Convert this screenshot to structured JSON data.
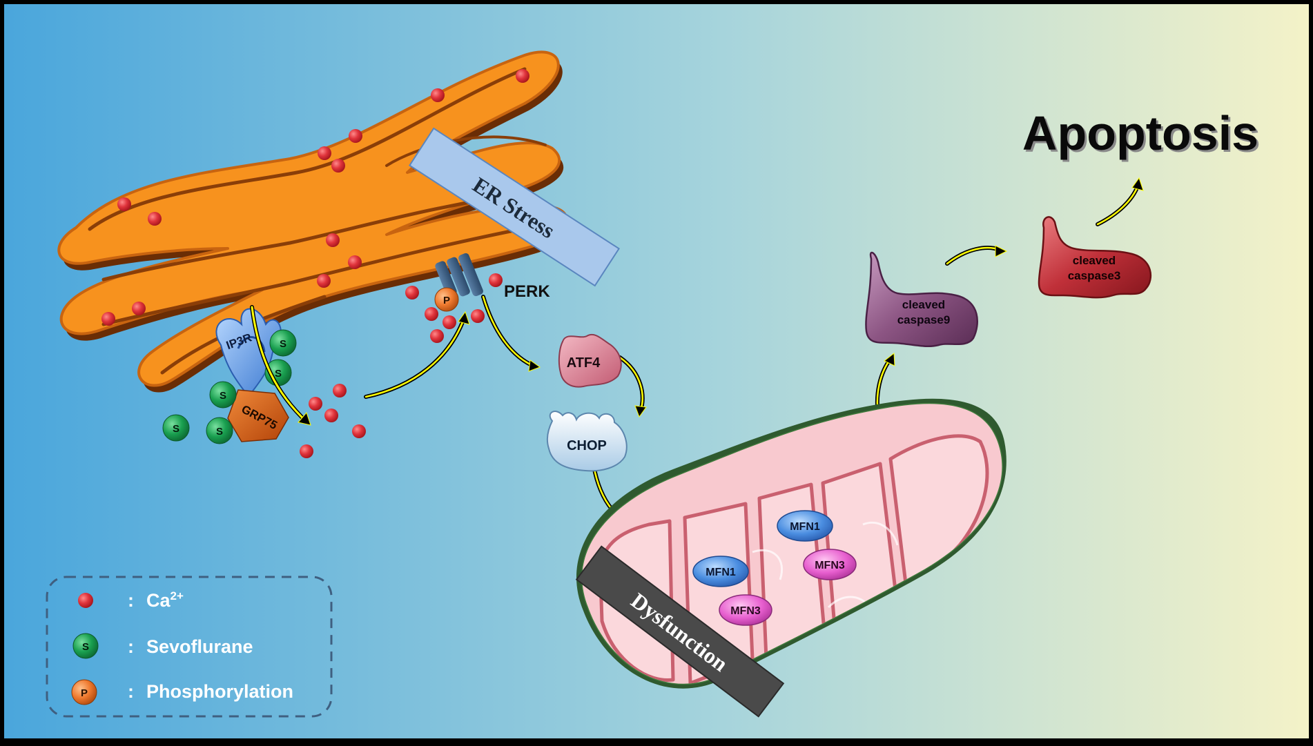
{
  "title": "Apoptosis",
  "labels": {
    "er_stress": "ER Stress",
    "perk": "PERK",
    "phospho_marker": "P",
    "ip3r": "IP3R",
    "grp75": "GRP75",
    "sevo_marker": "S",
    "atf4": "ATF4",
    "chop": "CHOP",
    "dysfunction": "Dysfunction",
    "mfn1": "MFN1",
    "mfn3": "MFN3",
    "caspase9_line1": "cleaved",
    "caspase9_line2": "caspase9",
    "caspase3_line1": "cleaved",
    "caspase3_line2": "caspase3"
  },
  "legend": {
    "separator": ":",
    "items": [
      {
        "key": "ca",
        "label": "Ca",
        "superscript": "2+",
        "color": "#e0343c"
      },
      {
        "key": "sevoflurane",
        "label": "Sevoflurane",
        "marker": "S",
        "color": "#1aa050"
      },
      {
        "key": "phosphorylation",
        "label": "Phosphorylation",
        "marker": "P",
        "color": "#ef7a2f"
      }
    ]
  },
  "colors": {
    "bg_left": "#4aa6dc",
    "bg_mid": "#b3dde0",
    "bg_right": "#f4f2c8",
    "er_orange": "#f7921e",
    "er_dark": "#8a3e08",
    "ca_red": "#e0343c",
    "arrow_yellow": "#ffff00",
    "sevo_green": "#1aa050",
    "phospho_orange": "#ef7a2f",
    "mito_green": "#7fbf7a",
    "mito_pink": "#f8c9cf",
    "caspase9": "#8c5583",
    "caspase3": "#c03039",
    "atf4": "#d8798c",
    "chop": "#cfe6f5"
  }
}
